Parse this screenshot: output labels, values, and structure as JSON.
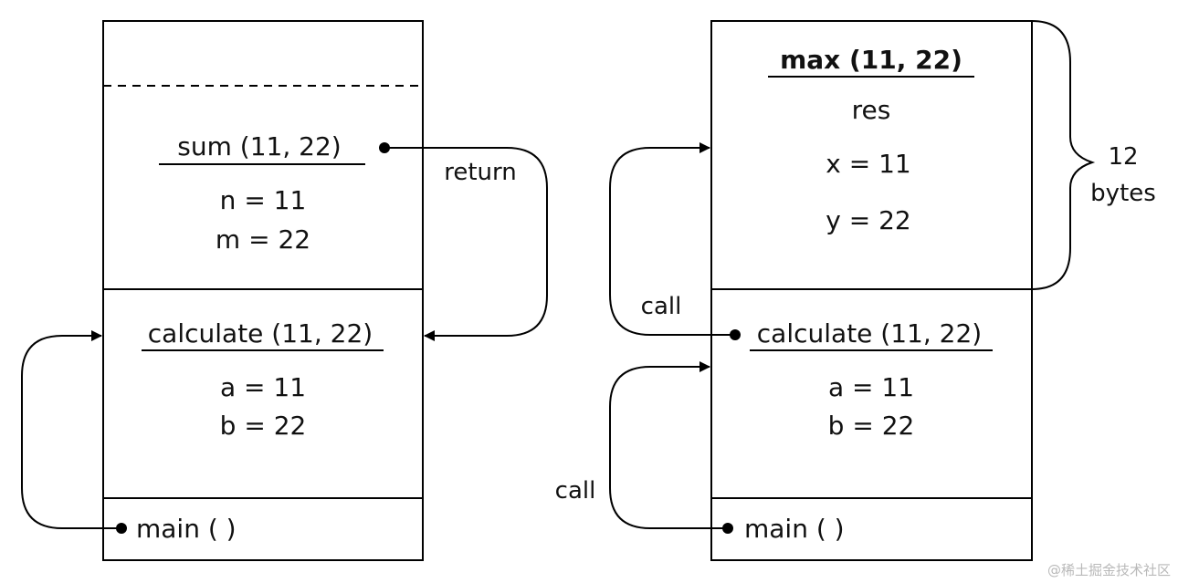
{
  "left_stack": {
    "sum_frame": {
      "header": "sum (11, 22)",
      "lines": [
        "n = 11",
        "m = 22"
      ]
    },
    "calculate_frame": {
      "header": "calculate (11, 22)",
      "lines": [
        "a = 11",
        "b = 22"
      ]
    },
    "main_frame": {
      "label": "main ( )"
    },
    "return_label": "return"
  },
  "right_stack": {
    "max_frame": {
      "header": "max (11, 22)",
      "lines": [
        "res",
        "x = 11",
        "y = 22"
      ]
    },
    "calculate_frame": {
      "header": "calculate (11, 22)",
      "lines": [
        "a = 11",
        "b = 22"
      ]
    },
    "main_frame": {
      "label": "main ( )"
    },
    "call_label_upper": "call",
    "call_label_lower": "call",
    "size_note": {
      "line1": "12",
      "line2": "bytes"
    }
  },
  "watermark": "@稀土掘金技术社区"
}
